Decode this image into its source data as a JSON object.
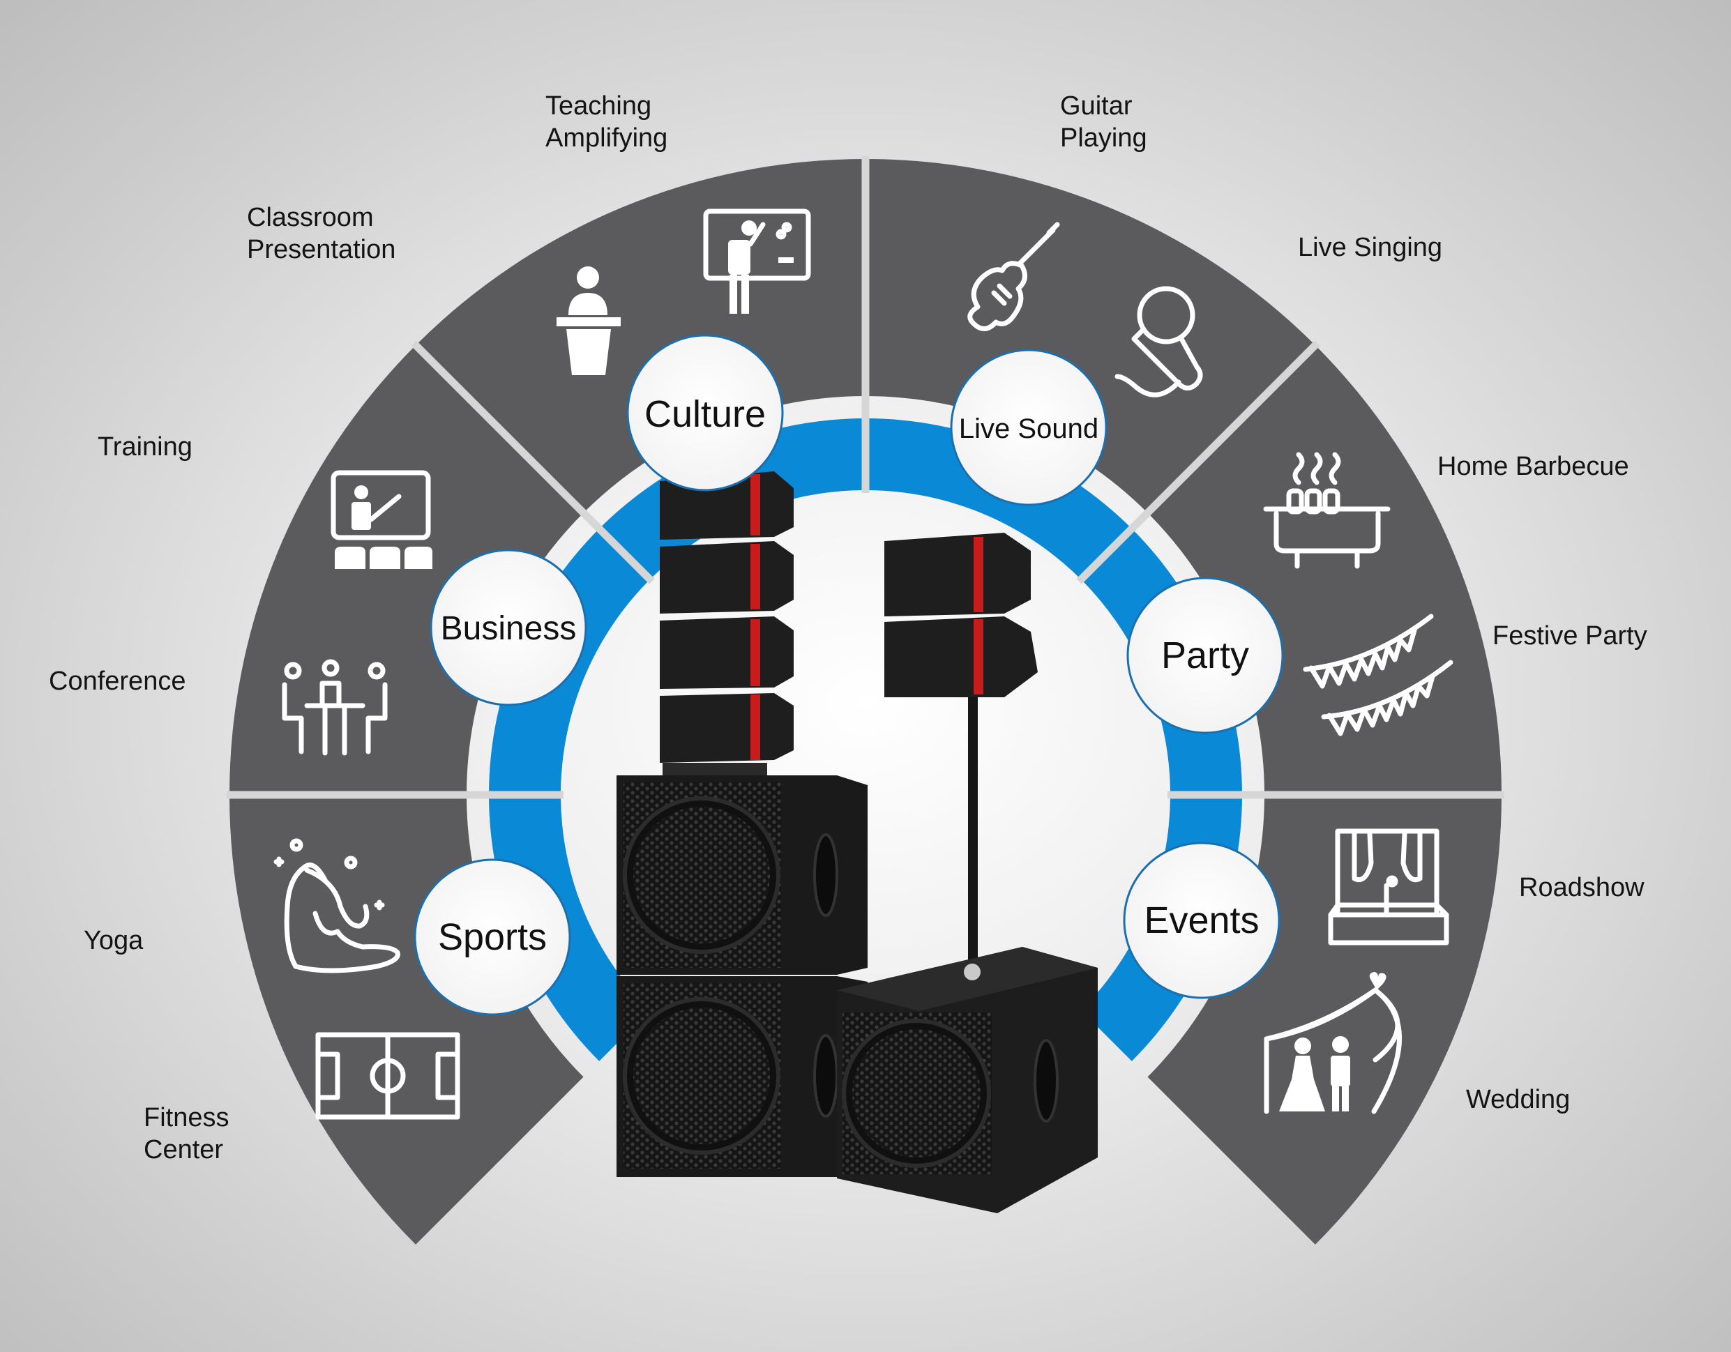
{
  "categories": {
    "culture": "Culture",
    "live_sound": "Live Sound",
    "business": "Business",
    "party": "Party",
    "sports": "Sports",
    "events": "Events"
  },
  "applications": {
    "teaching": [
      "Teaching",
      "Amplifying"
    ],
    "classroom": [
      "Classroom",
      "Presentation"
    ],
    "guitar": [
      "Guitar",
      "Playing"
    ],
    "live_singing": "Live Singing",
    "training": "Training",
    "conference": "Conference",
    "home_barbecue": "Home Barbecue",
    "festive_party": "Festive Party",
    "yoga": "Yoga",
    "fitness": [
      "Fitness",
      "Center"
    ],
    "roadshow": "Roadshow",
    "wedding": "Wedding"
  },
  "icons": {
    "teaching": "teaching-board-icon",
    "classroom": "podium-speaker-icon",
    "guitar": "electric-guitar-icon",
    "live_singing": "microphone-icon",
    "training": "training-screen-icon",
    "conference": "conference-table-icon",
    "home_barbecue": "barbecue-grill-icon",
    "festive_party": "bunting-flags-icon",
    "yoga": "yoga-pose-icon",
    "fitness": "sports-field-icon",
    "roadshow": "stage-icon",
    "wedding": "wedding-couple-icon"
  },
  "colors": {
    "sector": "#5b5b5d",
    "ring": "#0a8ad6",
    "circle_border": "#1b6fae",
    "icon": "#ffffff",
    "speaker_body": "#1c1c1c",
    "speaker_accent": "#c81b1b"
  }
}
